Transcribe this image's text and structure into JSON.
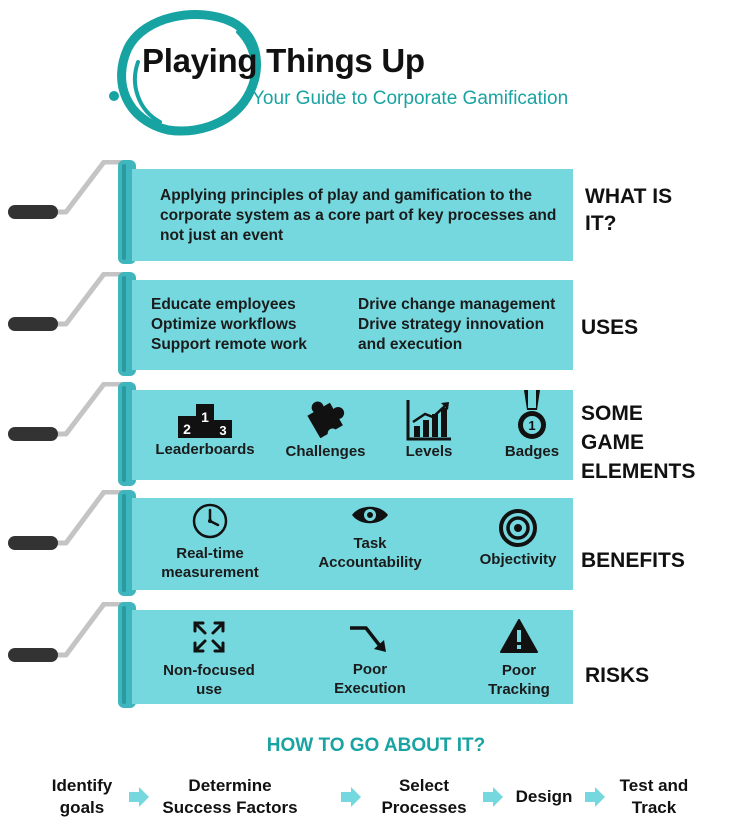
{
  "header": {
    "title": "Playing Things Up",
    "subtitle": "Your Guide to Corporate Gamification"
  },
  "rows": {
    "what": {
      "heading": [
        "WHAT IS",
        "IT?"
      ],
      "text": [
        "Applying principles of play and gamification to the",
        "corporate system as a core part of key processes and",
        "not just an event"
      ]
    },
    "uses": {
      "heading": [
        "USES"
      ],
      "left": [
        "Educate employees",
        "Optimize workflows",
        "Support remote work"
      ],
      "right": [
        "Drive change management",
        "Drive strategy innovation",
        "and execution"
      ]
    },
    "elements": {
      "heading": [
        "SOME",
        "GAME",
        "ELEMENTS"
      ],
      "items": [
        {
          "label": "Leaderboards",
          "icon": "podium-icon",
          "podium": [
            "2",
            "1",
            "3"
          ]
        },
        {
          "label": "Challenges",
          "icon": "puzzle-icon"
        },
        {
          "label": "Levels",
          "icon": "rising-chart-icon"
        },
        {
          "label": "Badges",
          "icon": "medal-icon",
          "medal_number": "1"
        }
      ]
    },
    "benefits": {
      "heading": [
        "BENEFITS"
      ],
      "items": [
        {
          "label": [
            "Real-time",
            "measurement"
          ],
          "icon": "clock-icon"
        },
        {
          "label": [
            "Task",
            "Accountability"
          ],
          "icon": "eye-icon"
        },
        {
          "label": [
            "Objectivity"
          ],
          "icon": "target-icon"
        }
      ]
    },
    "risks": {
      "heading": [
        "RISKS"
      ],
      "items": [
        {
          "label": [
            "Non-focused",
            "use"
          ],
          "icon": "scatter-arrows-icon"
        },
        {
          "label": [
            "Poor",
            "Execution"
          ],
          "icon": "falling-arrow-icon"
        },
        {
          "label": [
            "Poor",
            "Tracking"
          ],
          "icon": "warning-icon"
        }
      ]
    }
  },
  "process": {
    "title": "HOW TO GO ABOUT IT?",
    "steps": [
      {
        "lines": [
          "Identify",
          "goals"
        ]
      },
      {
        "lines": [
          "Determine",
          "Success Factors"
        ]
      },
      {
        "lines": [
          "Select",
          "Processes"
        ]
      },
      {
        "lines": [
          "Design"
        ]
      },
      {
        "lines": [
          "Test and",
          "Track"
        ]
      }
    ]
  },
  "colors": {
    "accent": "#1aa3a3",
    "panel": "#74d8de",
    "roller": "#3fb6bd",
    "arrow": "#74d8de",
    "handle": "#333333"
  }
}
